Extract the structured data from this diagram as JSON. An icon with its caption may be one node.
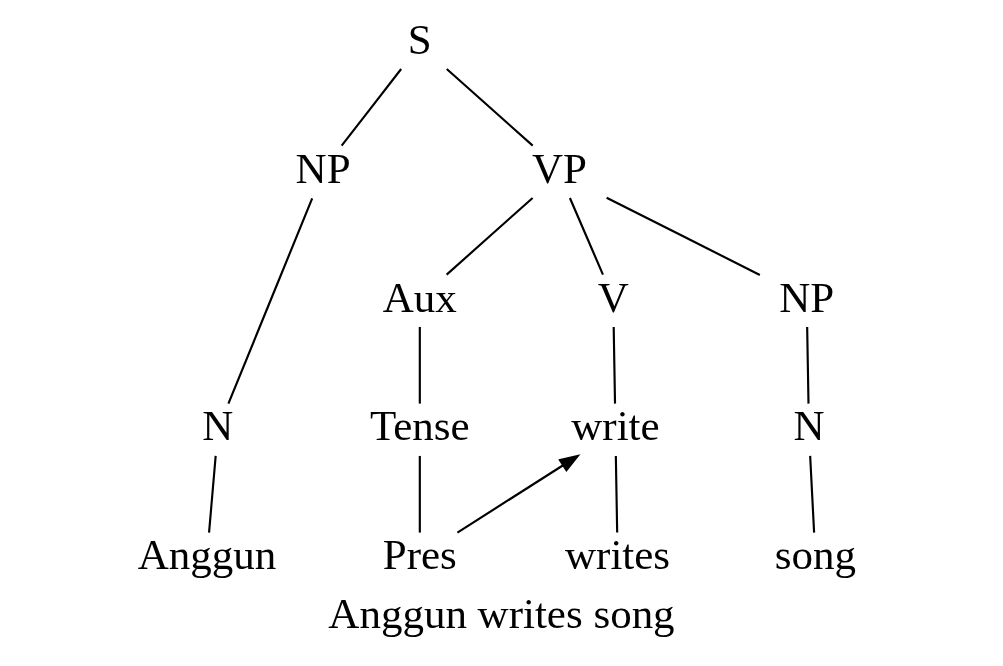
{
  "diagram": {
    "caption": "Anggun writes song",
    "nodes": [
      {
        "text": [
          "S"
        ]
      },
      {
        "text": [
          "NP"
        ]
      },
      {
        "text": [
          "VP"
        ]
      },
      {
        "text": [
          "N"
        ]
      },
      {
        "text": [
          "Aux"
        ]
      },
      {
        "text": [
          "V"
        ]
      },
      {
        "text": [
          "NP"
        ]
      },
      {
        "text": [
          "Tense"
        ]
      },
      {
        "text": [
          "write"
        ]
      },
      {
        "text": [
          "N"
        ]
      },
      {
        "text": [
          "Pres"
        ]
      },
      {
        "text": [
          "Anggun"
        ]
      },
      {
        "text": [
          "writes"
        ]
      },
      {
        "text": [
          "song"
        ]
      }
    ],
    "edges": [
      {
        "from": 0,
        "to": 1,
        "arrow": "none"
      },
      {
        "from": 0,
        "to": 2,
        "arrow": "none"
      },
      {
        "from": 1,
        "to": 3,
        "arrow": "none"
      },
      {
        "from": 3,
        "to": 11,
        "arrow": "none"
      },
      {
        "from": 2,
        "to": 4,
        "arrow": "none"
      },
      {
        "from": 2,
        "to": 5,
        "arrow": "none"
      },
      {
        "from": 2,
        "to": 6,
        "arrow": "none"
      },
      {
        "from": 4,
        "to": 7,
        "arrow": "none"
      },
      {
        "from": 7,
        "to": 10,
        "arrow": "none"
      },
      {
        "from": 5,
        "to": 8,
        "arrow": "none"
      },
      {
        "from": 6,
        "to": 9,
        "arrow": "none"
      },
      {
        "from": 8,
        "to": 12,
        "arrow": "none"
      },
      {
        "from": 9,
        "to": 13,
        "arrow": "none"
      },
      {
        "from": 10,
        "to": 8,
        "arrow": "to"
      }
    ]
  }
}
